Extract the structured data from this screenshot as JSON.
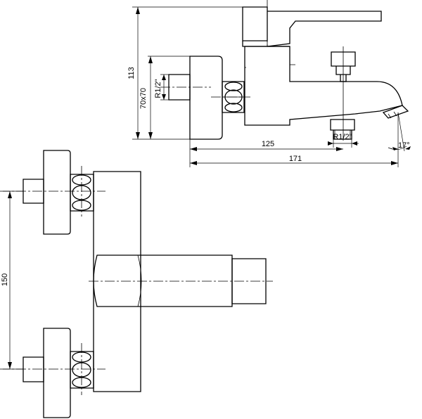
{
  "dimensions": {
    "height_total": "113",
    "size_70x70": "70x70",
    "thread_inlet": "R1/2\"",
    "thread_outlet": "R1/2\"",
    "length_125": "125",
    "length_171": "171",
    "angle": "17°",
    "spacing": "150"
  }
}
